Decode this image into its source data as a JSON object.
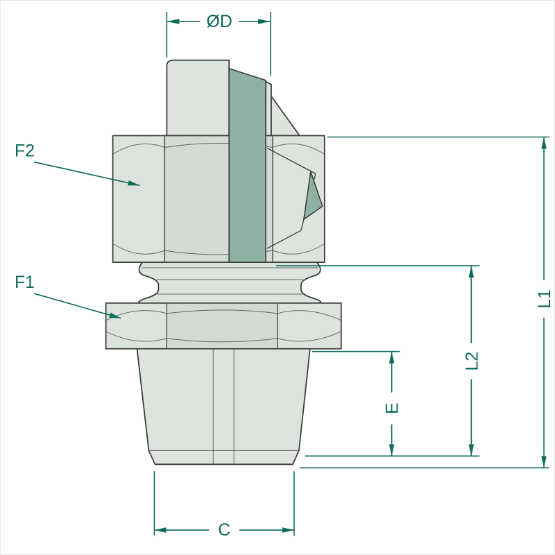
{
  "drawing": {
    "description": "Cross-section technical drawing of a male stud tube compression fitting with hex nut and hex body"
  },
  "labels": {
    "diameter": "ØD",
    "hex_top": "F2",
    "hex_bottom": "F1",
    "overall_length": "L1",
    "shoulder_length": "L2",
    "thread_length": "E",
    "thread_width": "C"
  },
  "colors": {
    "dimension": "#0c6a5b",
    "outline": "#3a3f3c",
    "body": "#dde4de",
    "body_alt": "#d3dbd4",
    "section": "#8fb1a3",
    "background": "#ffffff"
  }
}
